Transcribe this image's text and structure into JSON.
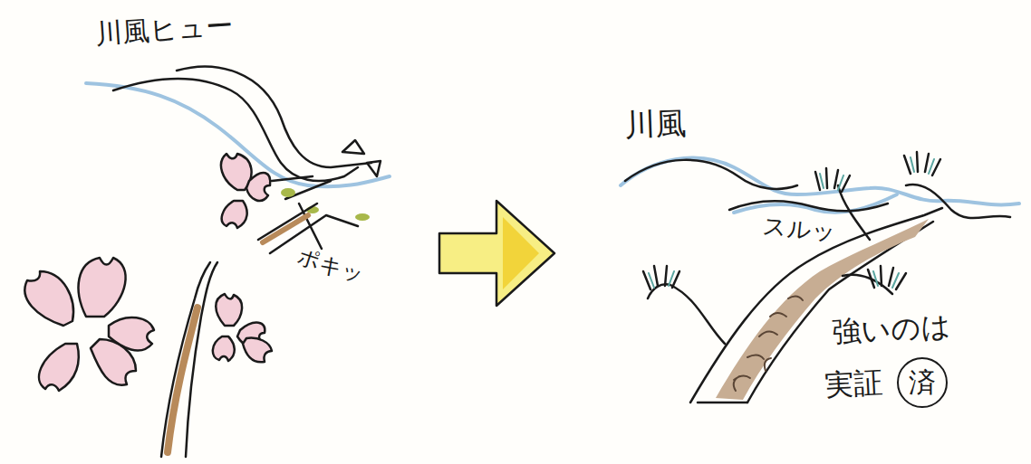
{
  "diagram": {
    "nodes": [
      {
        "text": [
          "済"
        ]
      }
    ],
    "labels": [
      "川風ヒュー",
      "ポキッ",
      "川風",
      "スルッ",
      "強いのは",
      "実証"
    ]
  }
}
